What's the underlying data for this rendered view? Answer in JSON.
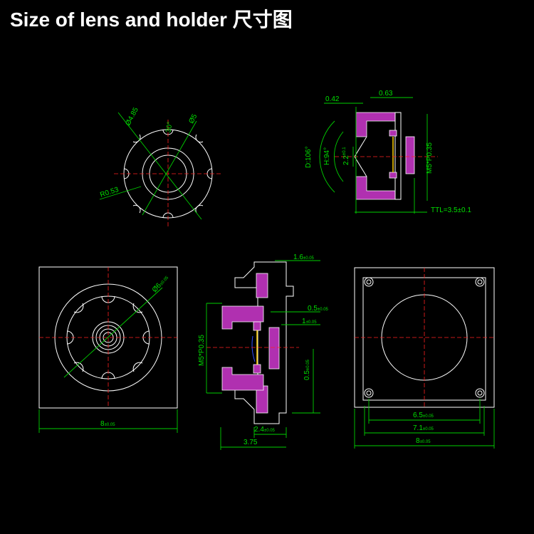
{
  "title": "Size of lens and holder  尺寸图",
  "lens_top_view": {
    "dim_diameter_485": "Ø4.85",
    "dim_diameter_5": "Ø5",
    "dim_angle": "30°",
    "dim_radius": "R0.53"
  },
  "lens_side_view": {
    "dim_042": "0.42",
    "dim_063": "0.63",
    "dim_fov_d": "D:106°",
    "dim_fov_h": "H:94°",
    "dim_efl": "2.2",
    "dim_efl_tol": "±0.1",
    "dim_thread": "M5*P0.35",
    "dim_ttl": "TTL=3.5±0.1"
  },
  "holder_front_view": {
    "dim_diameter": "Ø6",
    "dim_diameter_tol": "±0.05",
    "dim_width": "8",
    "dim_width_tol": "±0.05"
  },
  "holder_section_view": {
    "dim_16": "1.6",
    "dim_16_tol": "±0.05",
    "dim_05a": "0.5",
    "dim_05a_tol": "±0.05",
    "dim_1": "1",
    "dim_1_tol": "±0.05",
    "dim_05b": "0.5",
    "dim_05b_tol": "±0.05",
    "dim_thread": "M5*P0.35",
    "dim_24": "2.4",
    "dim_24_tol": "±0.05",
    "dim_375": "3.75"
  },
  "holder_back_view": {
    "dim_65": "6.5",
    "dim_65_tol": "±0.05",
    "dim_71": "7.1",
    "dim_71_tol": "±0.05",
    "dim_8": "8",
    "dim_8_tol": "±0.05"
  }
}
